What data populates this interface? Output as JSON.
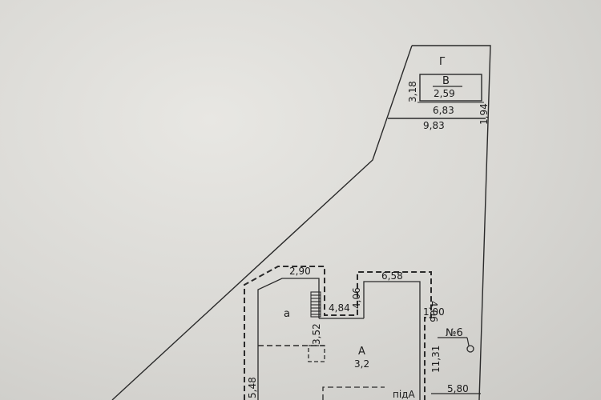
{
  "labels": {
    "plot_g": "Г",
    "building_v": "В",
    "building_v_height": "2,59",
    "dim_v_side": "3,18",
    "dim_v_width": "6,83",
    "dim_plot_width": "9,83",
    "dim_plot_side": "1,94",
    "dim_ext_top": "2,90",
    "dim_main_top": "6,58",
    "dim_recess_left": "4,06",
    "dim_recess_right": "4,06",
    "dim_4_84": "4,84",
    "dim_1_00": "1,00",
    "room_a_small": "а",
    "dim_3_52": "3,52",
    "house_number": "№6",
    "dim_11_31": "11,31",
    "room_a_main": "А",
    "room_a_height": "3,2",
    "dim_5_48": "5,48",
    "dim_5_80": "5,80",
    "basement_label": "підА"
  }
}
